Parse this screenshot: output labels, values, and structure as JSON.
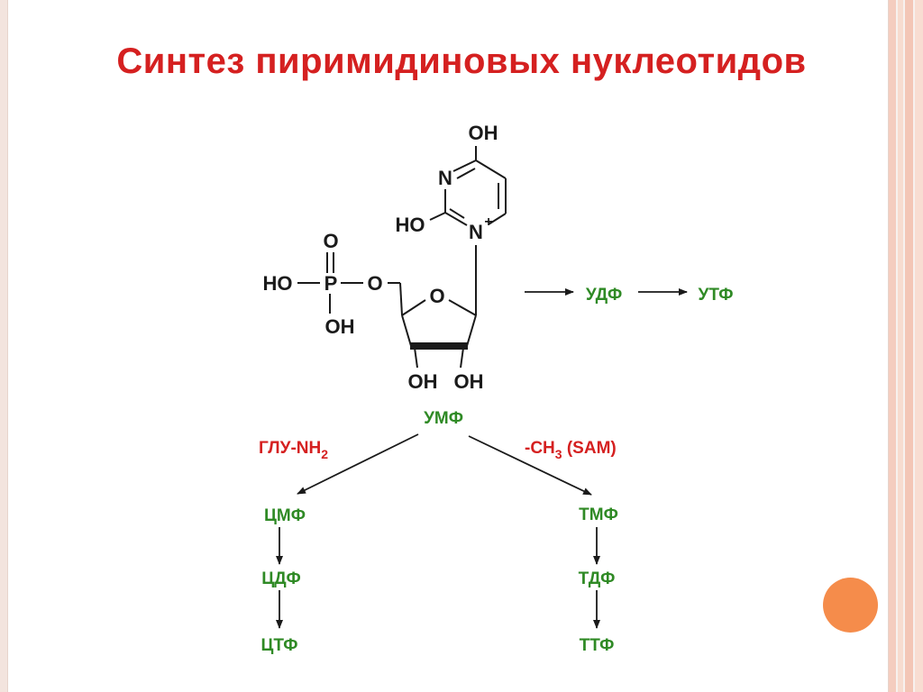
{
  "title": "Синтез пиримидиновых нуклеотидов",
  "colors": {
    "title": "#d52020",
    "product": "#2f8a25",
    "reagent": "#d52020",
    "accent_circle": "#f58c4b"
  },
  "molecule": {
    "ring_oh_top": "OH",
    "ring_n": "N",
    "ring_ho": "HO",
    "ring_n_plus": "N",
    "plus": "+",
    "phosphate_o_top": "O",
    "phosphate_ho": "HO",
    "phosphate_p": "P",
    "phosphate_o_link": "O",
    "phosphate_oh": "OH",
    "ribose_o": "O",
    "ribose_oh_left": "OH",
    "ribose_oh_right": "OH"
  },
  "pathway": {
    "udf": "УДФ",
    "utf": "УТФ",
    "ump": "УМФ",
    "reagent_left_main": "ГЛУ-NH",
    "reagent_left_sub": "2",
    "reagent_right_pre": "-CH",
    "reagent_right_sub": "3",
    "reagent_right_post": " (SAM)",
    "cmp": "ЦМФ",
    "cdp": "ЦДФ",
    "ctp": "ЦТФ",
    "tmp": "ТМФ",
    "tdp": "ТДФ",
    "ttp": "ТТФ"
  }
}
